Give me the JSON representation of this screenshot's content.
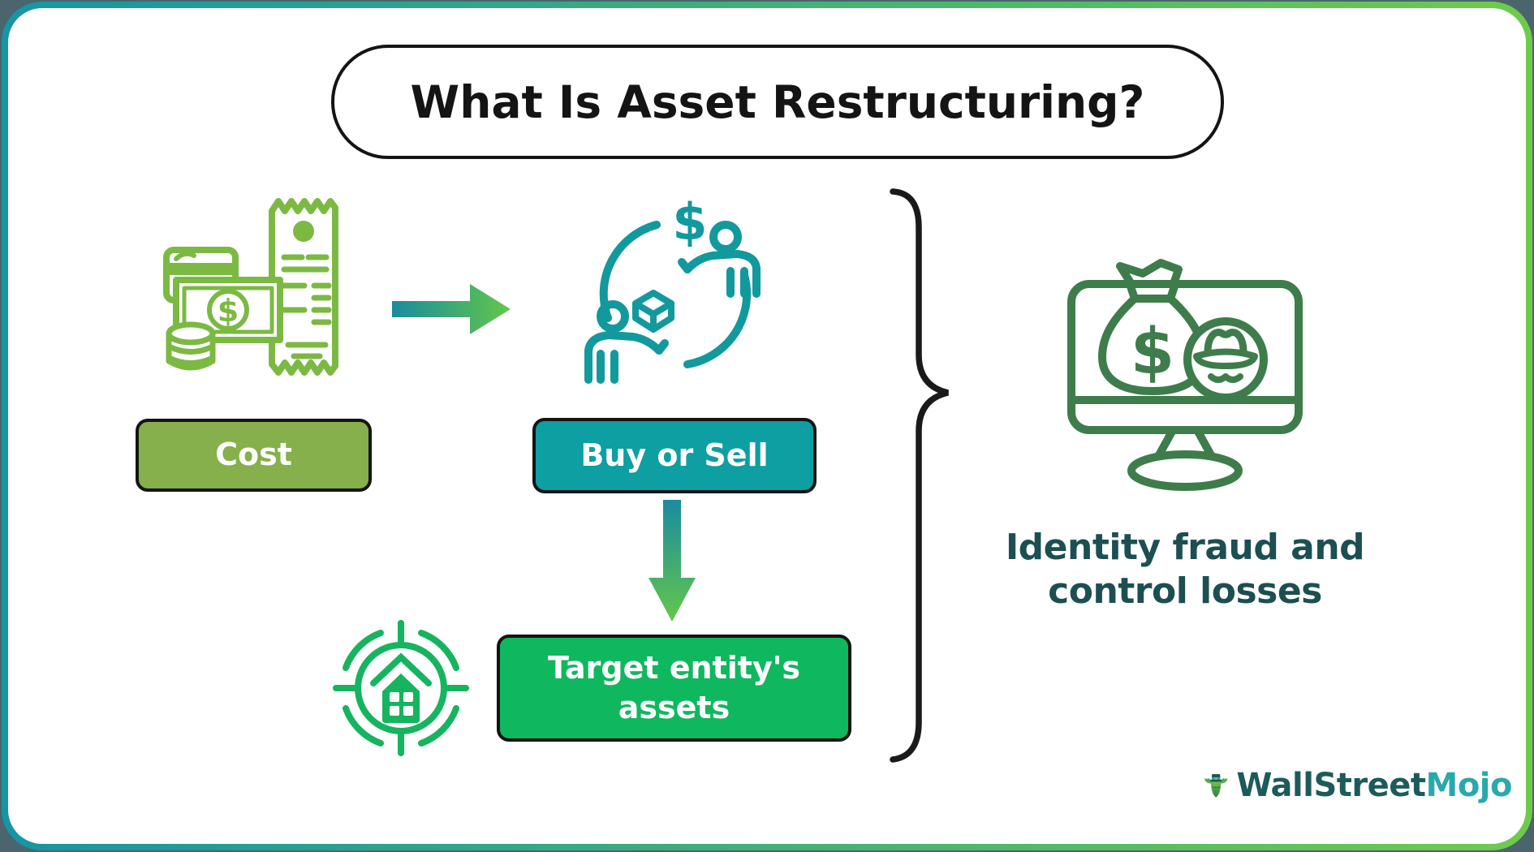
{
  "title": "What Is Asset Restructuring?",
  "flow": {
    "cost": {
      "label": "Cost",
      "fill": "#85b04b"
    },
    "buy_sell": {
      "label": "Buy or Sell",
      "fill": "#0d9fa2"
    },
    "target": {
      "label": "Target entity's assets",
      "fill": "#0fb85e"
    }
  },
  "outcome": {
    "line1": "Identity fraud and",
    "line2": "control losses",
    "color": "#1c4f51"
  },
  "glyphs": {
    "dollar": "$"
  },
  "icons": {
    "cost": {
      "name": "money-receipt-icon",
      "color": "#7cb943"
    },
    "exchange": {
      "name": "buy-sell-exchange-icon",
      "color": "#12999e"
    },
    "target": {
      "name": "target-house-icon",
      "color": "#16b45f"
    },
    "fraud": {
      "name": "monitor-money-fraud-icon",
      "color": "#3e7d4b"
    }
  },
  "arrows": {
    "gradient_start": "#1b8ba0",
    "gradient_end": "#63c74a"
  },
  "frame": {
    "border_start": "#1695a5",
    "border_end": "#6ecb4a",
    "outside": "#4a656d"
  },
  "logo": {
    "part1": "WallStreet",
    "part2": "Mojo",
    "part1_color": "#1d5b5b",
    "part2_color": "#2aa9ac"
  }
}
